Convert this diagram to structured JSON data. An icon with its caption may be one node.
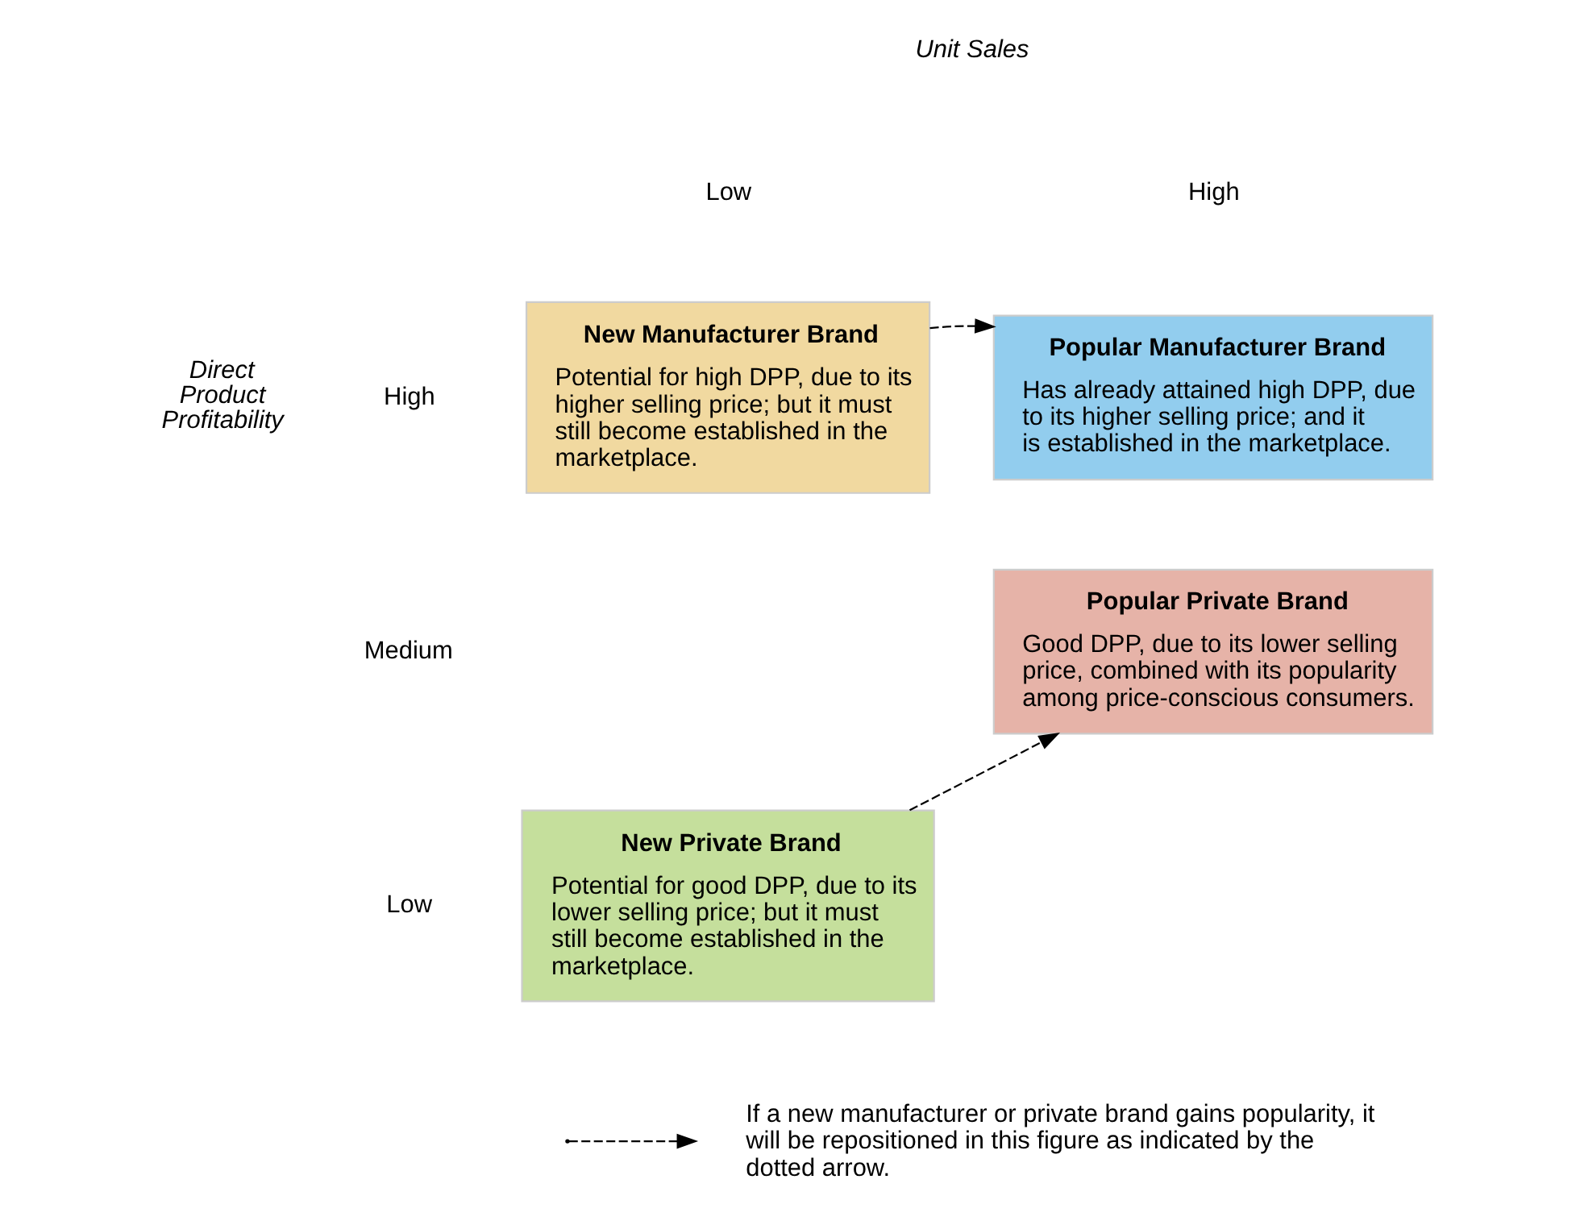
{
  "diagram": {
    "nodes": [
      {
        "text": [
          "New Manufacturer Brand",
          "Potential for high DPP, due to its higher selling price; but it must still become established in the marketplace."
        ]
      },
      {
        "text": [
          "Popular Manufacturer Brand",
          "Has already attained high DPP, due to its higher selling price; and it is established in the marketplace."
        ]
      },
      {
        "text": [
          "Popular Private Brand",
          "Good DPP, due to its lower selling price, combined with its popularity among price-conscious consumers."
        ]
      },
      {
        "text": [
          "New Private Brand",
          "Potential for good DPP, due to its lower selling price; but it must still become established in the marketplace."
        ]
      }
    ],
    "edges": [
      {
        "from": 0,
        "to": 1,
        "arrow": "to",
        "style": "dashed"
      },
      {
        "from": 3,
        "to": 2,
        "arrow": "to",
        "style": "dashed"
      }
    ],
    "labels": [
      "Unit Sales",
      "Low",
      "High",
      "High",
      "Direct Product Profitability",
      "Medium",
      "Low"
    ],
    "legend": [
      {
        "text": "If a new manufacturer or private brand gains popularity, it will be repositioned in this figure as indicated by the dotted arrow."
      }
    ]
  }
}
